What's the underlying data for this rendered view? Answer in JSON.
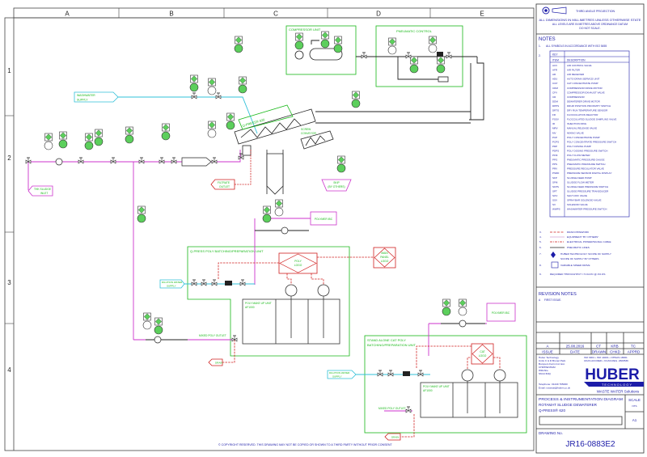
{
  "grid": {
    "columns": [
      "A",
      "B",
      "C",
      "D",
      "E"
    ],
    "rows": [
      "1",
      "2",
      "3",
      "4"
    ]
  },
  "diagram": {
    "compressor_unit": "COMPRESSOR UNIT",
    "pneumatic_control": "PNEUMATIC CONTROL",
    "washwater_supply": [
      "WASHWATER",
      "SUPPLY"
    ],
    "sludge_inlet": [
      "THK SLUDGE",
      "INLET"
    ],
    "filtrate_outlet": [
      "FILTRATE",
      "OUTLET"
    ],
    "screw_press": "Q-PRESS® 620",
    "screw_conveyor": [
      "SCREW",
      "CONVEYOR"
    ],
    "skip": [
      "SKIP",
      "(BY OTHERS)"
    ],
    "poly_batch_unit": "Q-PRESS POLY BATCHING/PREPARATION UNIT",
    "poly_make_up": [
      "POLY MAKE UP UNIT",
      "AF1000"
    ],
    "poly_logo": [
      "POLY",
      "LOGO"
    ],
    "main_panel_logo": [
      "MAIN",
      "PANEL",
      "LOGO"
    ],
    "polymer_ibc_1": "POLYMER IBC",
    "polymer_ibc_2": "POLYMER IBC",
    "dilution_water_1": [
      "DILUTION WATER",
      "SUPPLY"
    ],
    "dilution_water_2": [
      "DILUTION WATER",
      "SUPPLY"
    ],
    "mixed_poly_outlet_1": "MIXED POLY OUTLET",
    "mixed_poly_outlet_2": "MIXED POLY OUTLET",
    "drain_1": "DRAIN",
    "drain_2": "DRAIN",
    "standalone_unit": [
      "STAND ALONE CAT POLY",
      "BATCHING/PREPARATION UNIT"
    ],
    "poly_make_up_2": [
      "POLY MAKE UP UNIT",
      "AF1000"
    ],
    "cat_logo": [
      "CAT",
      "LOGO"
    ],
    "copyright": "© COPYRIGHT RESERVED. THIS DRAWING MAY NOT BE COPIED OR SHOWN TO A THIRD PARTY WITHOUT PRIOR CONSENT"
  },
  "title_block": {
    "projection": "THIRD ANGLE PROJECTION",
    "dimension_notes": [
      "ALL DIMENSIONS IN MILLIMETRES UNLESS OTHERWISE STATE",
      "ALL LEVELS ARE IN METRES ABOVE ORDINANCE DATUM",
      "DO NOT SCALE."
    ],
    "notes_title": "NOTES",
    "note_1": "ALL SYMBOLS IN ACCORDANCE WITH ISO 5455",
    "key_label": "KEY",
    "key_headers": [
      "ITEM",
      "DESCRIPTION"
    ],
    "key": [
      [
        "ACV",
        "AIR CONTROL VALVE"
      ],
      [
        "AFR",
        "AIR FILTER"
      ],
      [
        "AR",
        "AIR RECEIVER"
      ],
      [
        "ADU",
        "AUTO-DRAIN SERVICE UNIT"
      ],
      [
        "CCP",
        "CAT CONCENTRATE PUMP"
      ],
      [
        "CDM",
        "COMPRESSOR DRIVE MOTOR"
      ],
      [
        "CFV",
        "COMPRESSOR EXHAUST VALVE"
      ],
      [
        "CR",
        "COMPRESSOR"
      ],
      [
        "DDM",
        "DEWATERER DRIVE MOTOR"
      ],
      [
        "DPPS",
        "DRUM POSITION PROXIMITY SWITCH"
      ],
      [
        "DRTS",
        "DRY RUN TEMPERATURE SENSOR"
      ],
      [
        "FR",
        "FLOCCULATION REACTOR"
      ],
      [
        "FSSV",
        "FLOCCULATED SLUDGE SAMPLING VALVE"
      ],
      [
        "IR",
        "INJECTION RING"
      ],
      [
        "MRV",
        "MANUAL RELEASE VALVE"
      ],
      [
        "MV",
        "MIXING VALVE"
      ],
      [
        "PCP",
        "POLY CONCENTRATE PUMP"
      ],
      [
        "PCPS",
        "POLY CONCENTRATE PRESSURE SWITCH"
      ],
      [
        "PDP",
        "POLY DOSING PUMP"
      ],
      [
        "PDPS",
        "POLY DOSING PRESSURE SWITCH"
      ],
      [
        "PFM",
        "POLY FLOW METER"
      ],
      [
        "PPG",
        "PNEUMATIC PRESSURE GAUGE"
      ],
      [
        "PPS",
        "PNEUMATIC PRESSURE SWITCH"
      ],
      [
        "PRV",
        "PRESSURE REGULATOR VALVE"
      ],
      [
        "PSDD",
        "PRESSURE SENSOR DIGITAL DISPLAY"
      ],
      [
        "SFP",
        "SLUDGE FEED PUMP"
      ],
      [
        "SFM",
        "SLUDGE FLOW METER"
      ],
      [
        "SFPS",
        "SLUDGE FEED PRESSURE SWITCH"
      ],
      [
        "SPT",
        "SLUDGE PRESSURE TRANSDUCER"
      ],
      [
        "SOV",
        "SHUT-OFF VALVE"
      ],
      [
        "SSV",
        "SPRAYBAR SOLENOID VALVE"
      ],
      [
        "SV",
        "SOLENOID VALVE"
      ],
      [
        "WWPS",
        "WASHWATER PRESSURE SWITCH"
      ]
    ],
    "legend": [
      {
        "num": "3.",
        "text": "DRAIN PIPEWORK"
      },
      {
        "num": "4.",
        "text": "EQUIPMENT \"BY OTHERS\""
      },
      {
        "num": "5.",
        "text": "ELECTRICAL POWER/SIGNAL CABLE"
      },
      {
        "num": "6.",
        "text": "PNEUMATIC LINES"
      },
      {
        "num": "7.",
        "text": "HUBER TECHNOLOGY SCOPE OF SUPPLY"
      },
      {
        "num": "",
        "text": "SCOPE OF SUPPLY BY OTHERS"
      },
      {
        "num": "8.",
        "text": "VARIABLE SPEED DRIVE"
      },
      {
        "num": "9.",
        "text": "REQUIRED THROUGHPUT = 5.0m³/hr @ 4% DS"
      }
    ],
    "revision_title": "REVISION NOTES",
    "revision_note": "FIRST ISSUE.",
    "revision_letter": "A",
    "revision": {
      "issue": "A",
      "date": "25.08.2016",
      "drawn": "CT",
      "chkd": "KRB",
      "apprd": "TC"
    },
    "revision_headers": [
      "ISSUE",
      "DATE",
      "DRAWN",
      "CHKD",
      "APPRD"
    ],
    "company_address": [
      "Huber Technology",
      "Units C & D Brunel Park",
      "Bumpers Farm Ind. Est.",
      "CHIPPENHAM",
      "Wiltshire",
      "SN14 6NQ"
    ],
    "telephone": "Telephone: 01249 765000",
    "email": "Email: rotamat@huber.co.uk",
    "certifications": [
      "ISO 9001 • ISO 14001 • OHSAS 18001",
      "UKAS ACCRED • CCAS REG. 2609536"
    ],
    "logo_text": "HUBER",
    "logo_sub": "TECHNOLOGY",
    "tagline": "WASTE WATER Solutions",
    "drawing_title": [
      "PROCESS & INSTRUMENTATION DIAGRAM",
      "ROTAMAT SLUDGE DEWATERER",
      "Q-PRESS® 620"
    ],
    "scale_label": "SCALE",
    "scale_value": "NTS",
    "sheet_size": "A1",
    "drawing_no_label": "DRAWING No.",
    "drawing_no": "JR16-0883E2"
  },
  "colors": {
    "green": "#18b818",
    "magenta": "#cc33cc",
    "cyan": "#30c0d8",
    "red": "#d02020",
    "blue": "#1c1ca8"
  }
}
